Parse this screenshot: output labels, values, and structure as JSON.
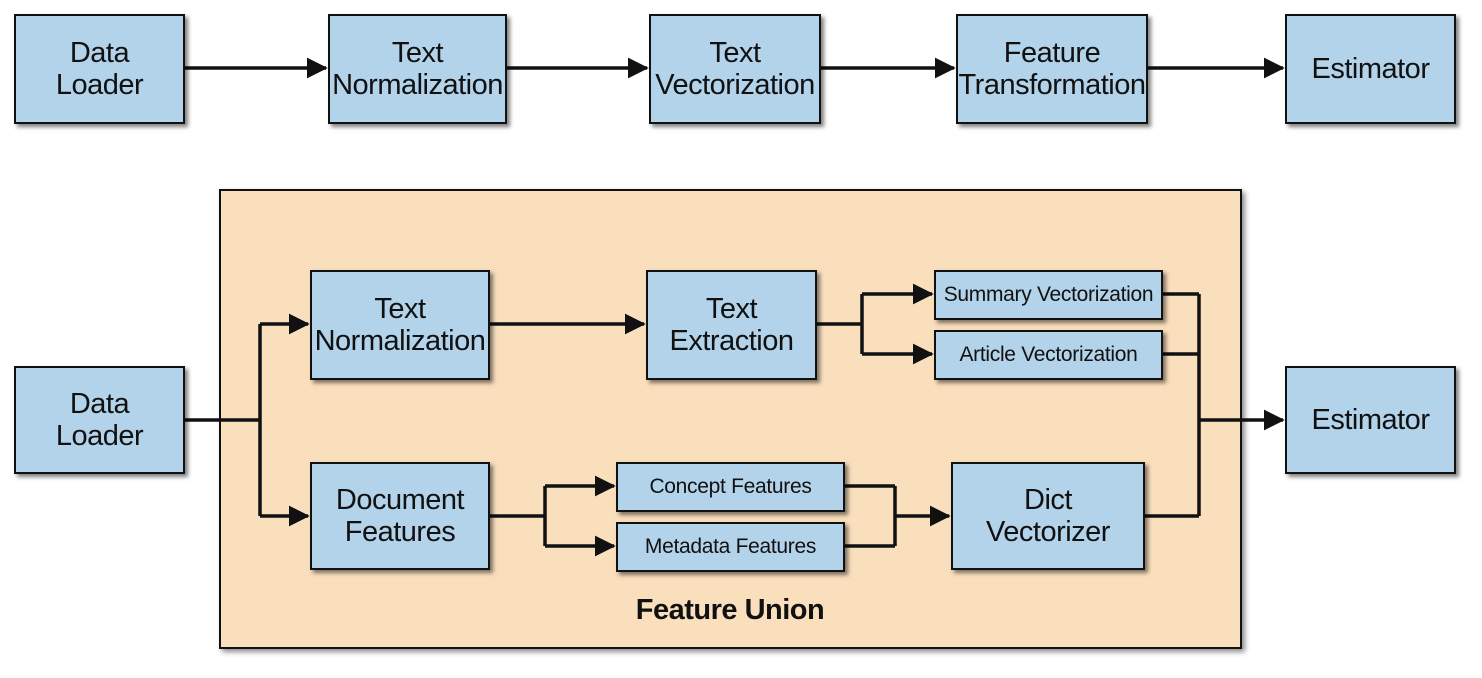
{
  "pipeline_top": {
    "data_loader": [
      "Data",
      "Loader"
    ],
    "text_normalization": [
      "Text",
      "Normalization"
    ],
    "text_vectorization": [
      "Text",
      "Vectorization"
    ],
    "feature_transformation": [
      "Feature",
      "Transformation"
    ],
    "estimator": "Estimator"
  },
  "pipeline_bottom": {
    "data_loader": [
      "Data",
      "Loader"
    ],
    "text_normalization": [
      "Text",
      "Normalization"
    ],
    "text_extraction": [
      "Text",
      "Extraction"
    ],
    "summary_vectorization": "Summary Vectorization",
    "article_vectorization": "Article Vectorization",
    "document_features": [
      "Document",
      "Features"
    ],
    "concept_features": "Concept Features",
    "metadata_features": "Metadata Features",
    "dict_vectorizer": [
      "Dict",
      "Vectorizer"
    ],
    "estimator": "Estimator",
    "feature_union_label": "Feature Union"
  },
  "colors": {
    "box_fill": "#b2d3ea",
    "union_fill": "#fadfbd",
    "stroke": "#111111"
  }
}
